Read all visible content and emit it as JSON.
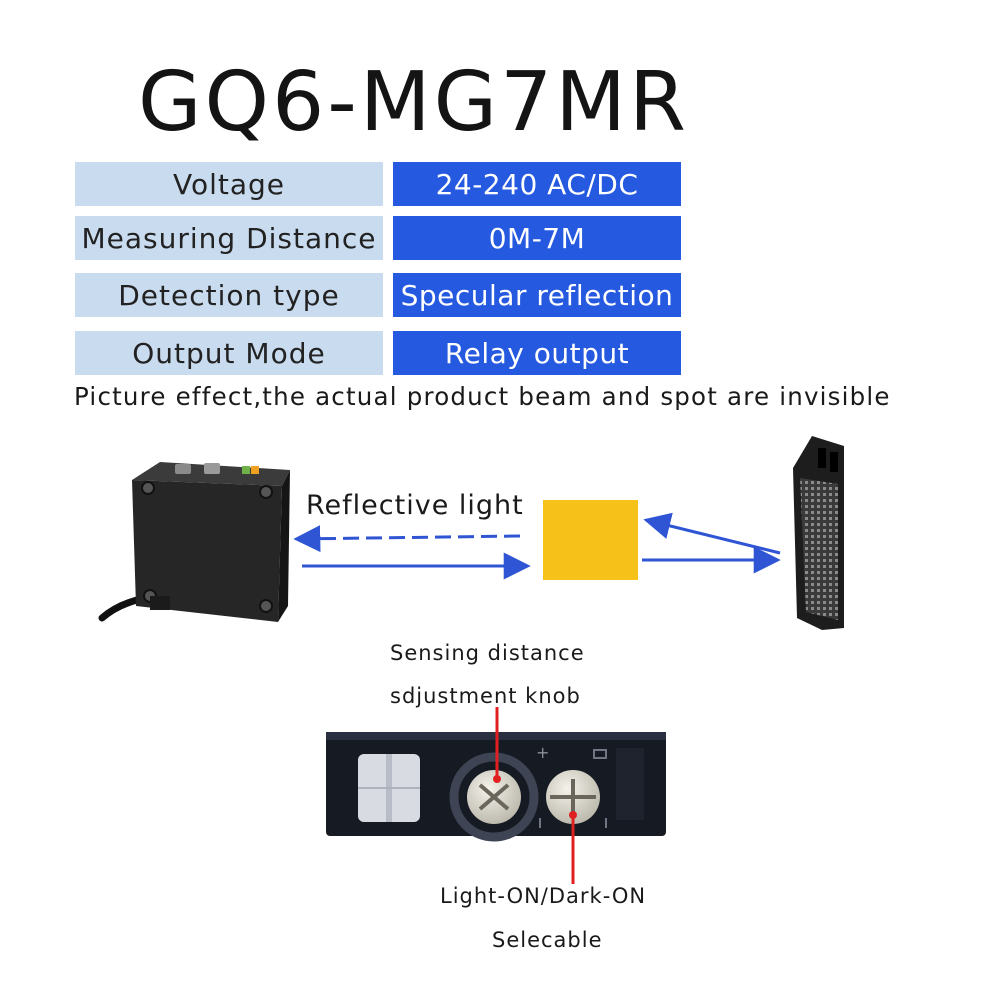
{
  "title": "GQ6-MG7MR",
  "specs": [
    {
      "label": "Voltage",
      "value": "24-240 AC/DC"
    },
    {
      "label": "Measuring Distance",
      "value": "0M-7M"
    },
    {
      "label": "Detection type",
      "value": "Specular reflection"
    },
    {
      "label": "Output Mode",
      "value": "Relay output"
    }
  ],
  "note": "Picture effect,the actual product beam and spot are invisible",
  "diagram": {
    "reflective_light_label": "Reflective light"
  },
  "knob": {
    "line1": "Sensing distance",
    "line2": "sdjustment knob"
  },
  "switch": {
    "line1": "Light-ON/Dark-ON",
    "line2": "Selecable"
  },
  "colors": {
    "label_bg": "#c9dcef",
    "value_bg": "#2459e0",
    "beam": "#2f55d4",
    "target": "#f6c21a",
    "pointer": "#e02020"
  }
}
